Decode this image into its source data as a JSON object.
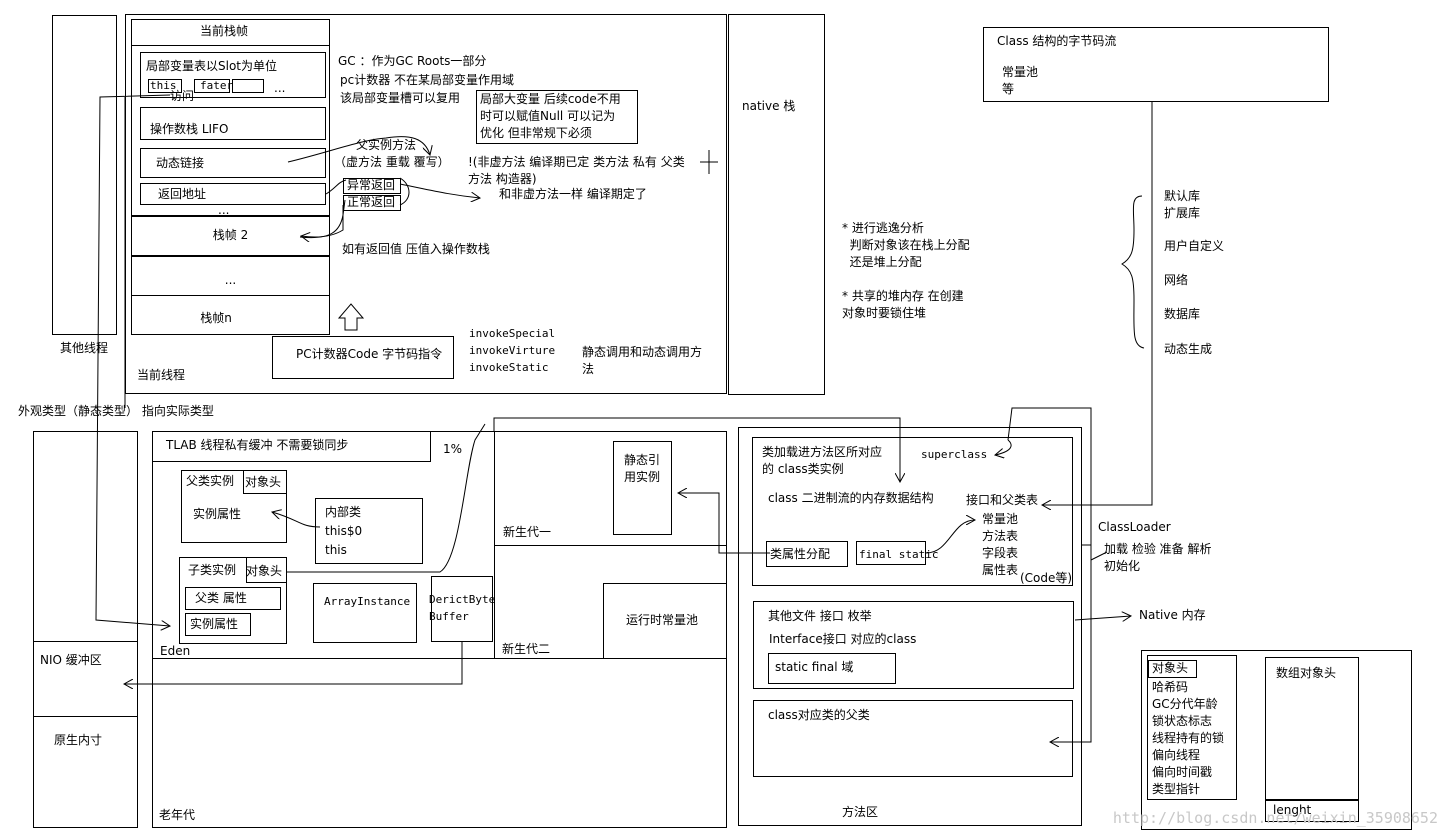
{
  "left_threads": {
    "other_thread": "其他线程",
    "appearance_type": "外观类型（静态类型） 指向实际类型"
  },
  "stack": {
    "current_frame": "当前栈帧",
    "local_vars": "局部变量表以Slot为单位",
    "this": "this",
    "fater": "fater",
    "dots": "...",
    "visit": "访问",
    "operand_stack": "操作数栈 LIFO",
    "dynamic_link": "动态链接",
    "return_addr": "返回地址",
    "frame2": "栈帧 2",
    "frame_n": "栈帧n",
    "pc": "PC计数器Code 字节码指令",
    "current_thread": "当前线程"
  },
  "notes": {
    "gc": "GC ：作为GC Roots一部分",
    "pc_counter": "pc计数器 不在某局部变量作用域",
    "reuse": "该局部变量槽可以复用",
    "big_var": "局部大变量 后续code不用\n时可以赋值Null 可以记为\n优化 但非常规下必须",
    "parent_method": "父实例方法",
    "virtual_method": "（虚方法 重载 覆写）",
    "non_virtual": "!(非虚方法 编译期已定 类方法 私有 父类\n方法 构造器)",
    "same_as_nonvirtual": "和非虚方法一样 编译期定了",
    "abnormal_return": "异常返回",
    "normal_return": "正常返回",
    "return_value": "如有返回值 压值入操作数栈",
    "invoke": "invokeSpecial\ninvokeVirture\ninvokeStatic",
    "static_dynamic": "静态调用和动态调用方\n法"
  },
  "native_stack": "native 栈",
  "escape": "* 进行逃逸分析\n  判断对象该在栈上分配\n  还是堆上分配\n\n* 共享的堆内存 在创建\n对象时要锁住堆",
  "classfile": {
    "title": "Class 结构的字节码流",
    "body": "常量池\n等"
  },
  "sources": [
    "默认库",
    "扩展库",
    "用户自定义",
    "网络",
    "数据库",
    "动态生成"
  ],
  "classloader": {
    "title": "ClassLoader",
    "steps": "加载 检验 准备 解析\n初始化"
  },
  "native_memory": "Native 内存",
  "heap": {
    "tlab": "TLAB 线程私有缓冲 不需要锁同步",
    "percent": "1%",
    "parent_instance": "父类实例",
    "object_header": "对象头",
    "instance_attr": "实例属性",
    "inner_class": "内部类\nthis$0\nthis",
    "child_instance": "子类实例",
    "parent_attr": "父类 属性",
    "array_instance": "ArrayInstance",
    "direct_buffer": "DerictByte\nBuffer",
    "eden": "Eden",
    "static_ref": "静态引\n用实例",
    "young1": "新生代一",
    "young2": "新生代二",
    "runtime_pool": "运行时常量池",
    "old_gen": "老年代",
    "nio": "NIO 缓冲区",
    "native_size": "原生内寸"
  },
  "method_area": {
    "class_loaded": "类加载进方法区所对应\n的 class类实例",
    "superclass": "superclass",
    "class_binary": "class 二进制流的内存数据结构",
    "interfaces": "接口和父类表",
    "tables": "常量池\n方法表\n字段表\n属性表",
    "code_etc": "(Code等)",
    "class_attr": "类属性分配",
    "final_static": "final static",
    "other_files": "其他文件  接口 枚举",
    "interface_class": "Interface接口 对应的class",
    "static_final": "static final 域",
    "parent_class": "class对应类的父类",
    "title": "方法区"
  },
  "object_layout": {
    "header": "对象头",
    "fields": "哈希码\nGC分代年龄\n锁状态标志\n线程持有的锁\n偏向线程\n偏向时间戳\n类型指针",
    "array_header": "数组对象头",
    "length": "lenght"
  },
  "watermark": "http://blog.csdn.net/weixin_35908652"
}
